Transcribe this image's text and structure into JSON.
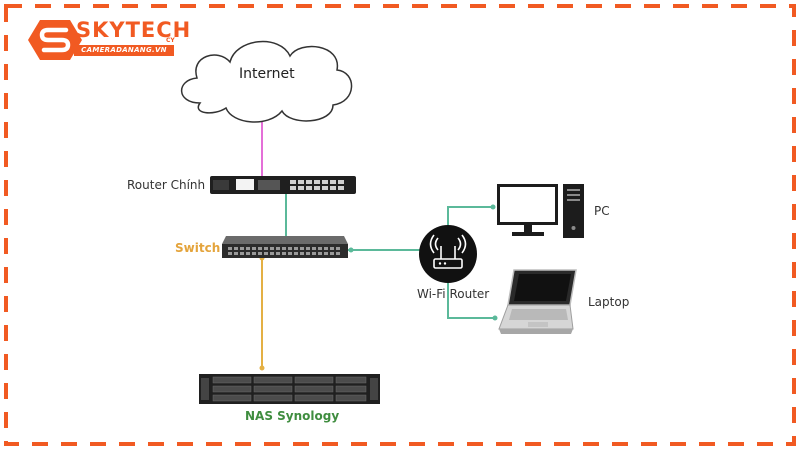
{
  "brand": {
    "name": "SKYTECH",
    "suffix": "CY",
    "website": "CAMERADANANG.VN",
    "logo_icon": "s-badge-icon"
  },
  "colors": {
    "border_dash": "#f15a22",
    "brand_orange": "#f15a22",
    "internet_link": "#e46fd8",
    "green_link": "#5bb99a",
    "orange_link": "#e4b044",
    "switch_label": "#e4a43c",
    "nas_label": "#3f8d3f",
    "device_dark": "#222222"
  },
  "nodes": {
    "internet": {
      "label": "Internet",
      "icon": "cloud-icon"
    },
    "main_router": {
      "label": "Router Chính",
      "icon": "router-rack-icon"
    },
    "switch": {
      "label": "Switch",
      "icon": "network-switch-icon"
    },
    "wifi_router": {
      "label": "Wi-Fi Router",
      "icon": "wifi-router-icon"
    },
    "pc": {
      "label": "PC",
      "icon": "desktop-pc-icon"
    },
    "laptop": {
      "label": "Laptop",
      "icon": "laptop-icon"
    },
    "nas": {
      "label": "NAS Synology",
      "icon": "nas-rack-icon"
    }
  }
}
